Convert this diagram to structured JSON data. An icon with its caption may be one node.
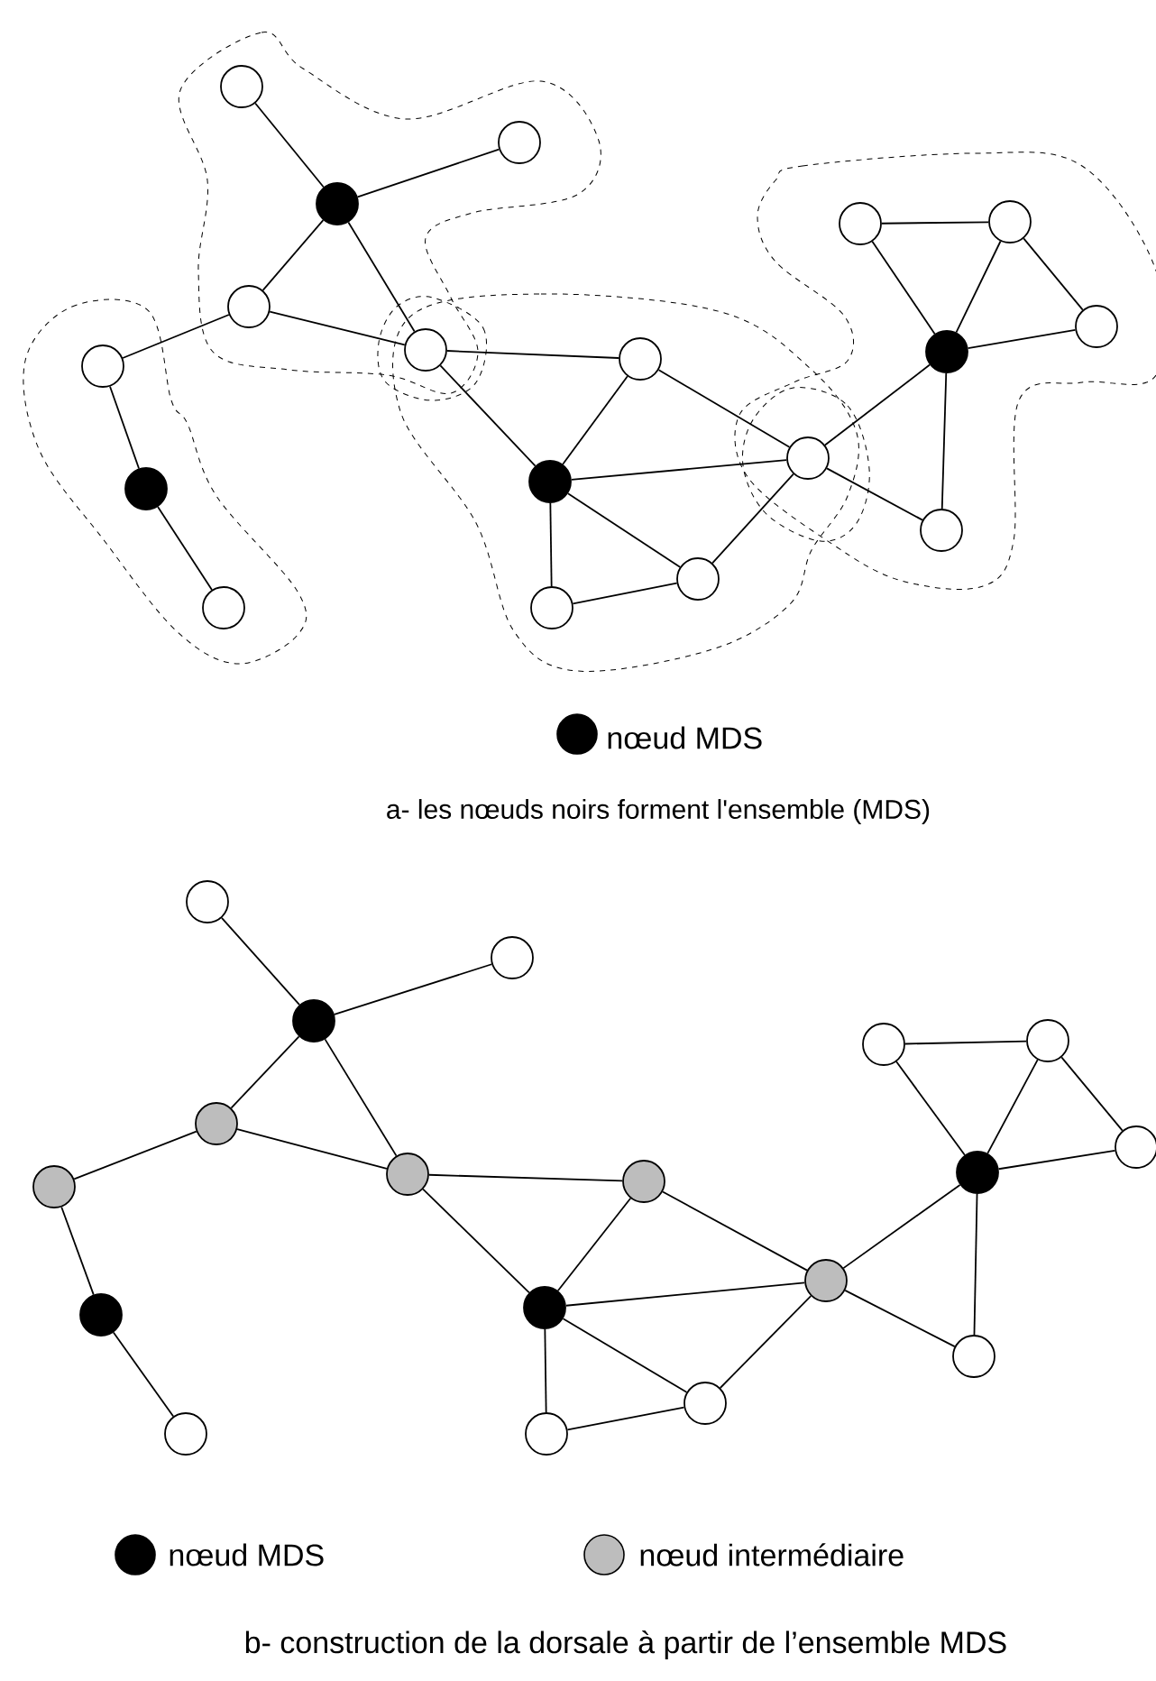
{
  "diagram": {
    "nodes": [
      {
        "text": [],
        "shape": "circle"
      },
      {
        "text": [],
        "shape": "circle"
      },
      {
        "text": [],
        "shape": "circle"
      },
      {
        "text": [],
        "shape": "circle"
      },
      {
        "text": [],
        "shape": "circle"
      },
      {
        "text": [],
        "shape": "circle"
      },
      {
        "text": [],
        "shape": "circle"
      },
      {
        "text": [],
        "shape": "circle"
      },
      {
        "text": [],
        "shape": "circle"
      },
      {
        "text": [],
        "shape": "circle"
      },
      {
        "text": [],
        "shape": "circle"
      },
      {
        "text": [],
        "shape": "circle"
      },
      {
        "text": [],
        "shape": "circle"
      },
      {
        "text": [],
        "shape": "circle"
      },
      {
        "text": [],
        "shape": "circle"
      },
      {
        "text": [],
        "shape": "circle"
      },
      {
        "text": [],
        "shape": "circle"
      },
      {
        "text": [],
        "shape": "circle"
      },
      {
        "text": [],
        "shape": "circle"
      },
      {
        "text": [],
        "shape": "circle"
      },
      {
        "text": [],
        "shape": "circle"
      },
      {
        "text": [],
        "shape": "circle"
      },
      {
        "text": [],
        "shape": "circle"
      },
      {
        "text": [],
        "shape": "circle"
      },
      {
        "text": [],
        "shape": "circle"
      },
      {
        "text": [],
        "shape": "circle"
      },
      {
        "text": [],
        "shape": "circle"
      },
      {
        "text": [],
        "shape": "circle"
      },
      {
        "text": [],
        "shape": "circle"
      },
      {
        "text": [],
        "shape": "circle"
      },
      {
        "text": [],
        "shape": "circle"
      },
      {
        "text": [],
        "shape": "circle"
      },
      {
        "text": [],
        "shape": "circle"
      },
      {
        "text": [],
        "shape": "circle"
      },
      {
        "text": [],
        "shape": "circle"
      },
      {
        "text": [],
        "shape": "circle"
      }
    ],
    "edges": [
      {
        "from": 0,
        "to": 2,
        "arrow": "none"
      },
      {
        "from": 2,
        "to": 1,
        "arrow": "none"
      },
      {
        "from": 2,
        "to": 3,
        "arrow": "none"
      },
      {
        "from": 2,
        "to": 5,
        "arrow": "none"
      },
      {
        "from": 3,
        "to": 5,
        "arrow": "none"
      },
      {
        "from": 3,
        "to": 4,
        "arrow": "none"
      },
      {
        "from": 4,
        "to": 7,
        "arrow": "none"
      },
      {
        "from": 7,
        "to": 8,
        "arrow": "none"
      },
      {
        "from": 5,
        "to": 6,
        "arrow": "none"
      },
      {
        "from": 5,
        "to": 9,
        "arrow": "none"
      },
      {
        "from": 6,
        "to": 9,
        "arrow": "none"
      },
      {
        "from": 9,
        "to": 10,
        "arrow": "none"
      },
      {
        "from": 6,
        "to": 10,
        "arrow": "none"
      },
      {
        "from": 9,
        "to": 12,
        "arrow": "none"
      },
      {
        "from": 9,
        "to": 11,
        "arrow": "none"
      },
      {
        "from": 12,
        "to": 11,
        "arrow": "none"
      },
      {
        "from": 11,
        "to": 10,
        "arrow": "none"
      },
      {
        "from": 10,
        "to": 15,
        "arrow": "none"
      },
      {
        "from": 10,
        "to": 17,
        "arrow": "none"
      },
      {
        "from": 13,
        "to": 14,
        "arrow": "none"
      },
      {
        "from": 13,
        "to": 15,
        "arrow": "none"
      },
      {
        "from": 14,
        "to": 15,
        "arrow": "none"
      },
      {
        "from": 14,
        "to": 16,
        "arrow": "none"
      },
      {
        "from": 15,
        "to": 16,
        "arrow": "none"
      },
      {
        "from": 15,
        "to": 17,
        "arrow": "none"
      },
      {
        "from": 18,
        "to": 20,
        "arrow": "none"
      },
      {
        "from": 20,
        "to": 19,
        "arrow": "none"
      },
      {
        "from": 20,
        "to": 21,
        "arrow": "none"
      },
      {
        "from": 20,
        "to": 23,
        "arrow": "none"
      },
      {
        "from": 21,
        "to": 23,
        "arrow": "none"
      },
      {
        "from": 21,
        "to": 22,
        "arrow": "none"
      },
      {
        "from": 22,
        "to": 25,
        "arrow": "none"
      },
      {
        "from": 25,
        "to": 26,
        "arrow": "none"
      },
      {
        "from": 23,
        "to": 24,
        "arrow": "none"
      },
      {
        "from": 23,
        "to": 27,
        "arrow": "none"
      },
      {
        "from": 24,
        "to": 27,
        "arrow": "none"
      },
      {
        "from": 27,
        "to": 28,
        "arrow": "none"
      },
      {
        "from": 24,
        "to": 28,
        "arrow": "none"
      },
      {
        "from": 27,
        "to": 30,
        "arrow": "none"
      },
      {
        "from": 27,
        "to": 29,
        "arrow": "none"
      },
      {
        "from": 30,
        "to": 29,
        "arrow": "none"
      },
      {
        "from": 29,
        "to": 28,
        "arrow": "none"
      },
      {
        "from": 28,
        "to": 33,
        "arrow": "none"
      },
      {
        "from": 28,
        "to": 35,
        "arrow": "none"
      },
      {
        "from": 31,
        "to": 32,
        "arrow": "none"
      },
      {
        "from": 31,
        "to": 33,
        "arrow": "none"
      },
      {
        "from": 32,
        "to": 33,
        "arrow": "none"
      },
      {
        "from": 32,
        "to": 34,
        "arrow": "none"
      },
      {
        "from": 33,
        "to": 34,
        "arrow": "none"
      },
      {
        "from": 33,
        "to": 35,
        "arrow": "none"
      }
    ],
    "labels": [
      "a- les nœuds noirs forment l'ensemble (MDS)",
      "b- construction de la dorsale à partir de l’ensemble MDS"
    ],
    "legend": [
      {
        "text": "nœud MDS",
        "color": "#000000"
      },
      {
        "text": "nœud MDS",
        "color": "#000000"
      },
      {
        "text": "nœud intermédiaire",
        "color": "#bdbdbd"
      }
    ]
  }
}
